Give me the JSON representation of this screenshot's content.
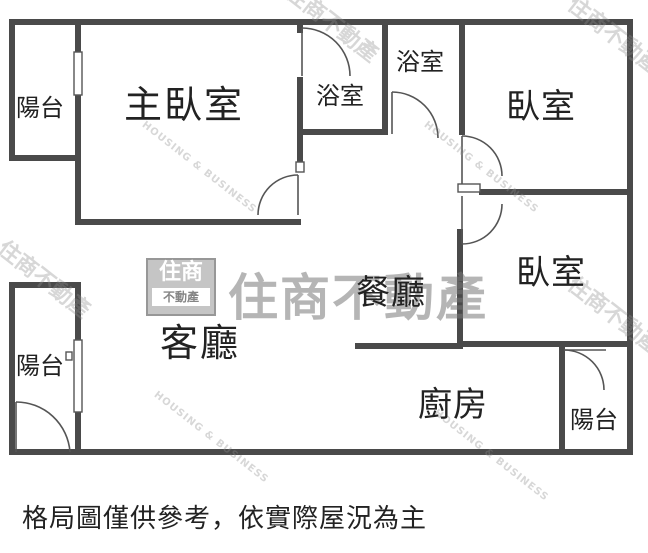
{
  "rooms": {
    "master_bedroom": "主臥室",
    "living_room": "客廳",
    "dining_room": "餐廳",
    "kitchen": "廚房",
    "bedroom_top": "臥室",
    "bedroom_mid": "臥室",
    "bathroom_top": "浴室",
    "bathroom_master": "浴室",
    "balcony_top_left": "陽台",
    "balcony_left": "陽台",
    "balcony_kitchen": "陽台"
  },
  "watermark": {
    "brand": "住商不動產",
    "logo_top": "住商",
    "logo_bottom": "不動產",
    "tagline": "HOUSING & BUSINESS"
  },
  "caption": "格局圖僅供參考，依實際屋況為主",
  "colors": {
    "wall": "#4a4a4a",
    "door": "#555555",
    "text": "#222222"
  }
}
